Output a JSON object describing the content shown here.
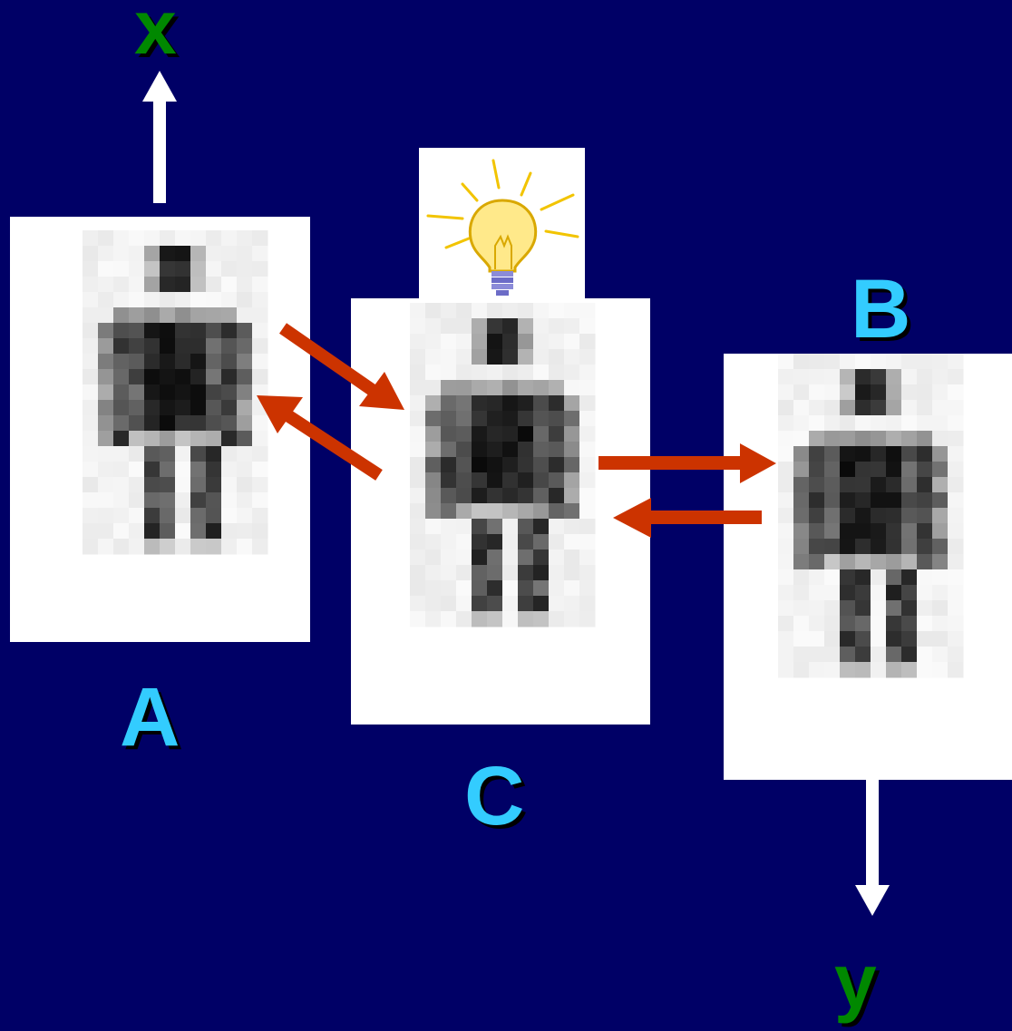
{
  "labels": {
    "x": "x",
    "y": "y",
    "a": "A",
    "b": "B",
    "c": "C"
  },
  "colors": {
    "background": "#000066",
    "label_blue": "#33ccff",
    "label_green": "#008800",
    "arrow_red": "#cc3300",
    "arrow_white": "#ffffff"
  },
  "icons": {
    "lightbulb": "lightbulb-icon",
    "person": "pixelated-person-icon"
  }
}
